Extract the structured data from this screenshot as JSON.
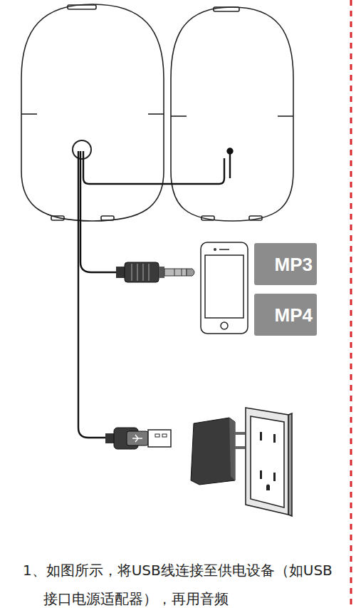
{
  "diagram": {
    "caption": "1、如图所示，将USB线连接至供电设备（如USB接口电源适配器），再用音频",
    "nodes": [
      {
        "text": [
          "MP3"
        ]
      },
      {
        "text": [
          "MP4"
        ]
      }
    ]
  }
}
